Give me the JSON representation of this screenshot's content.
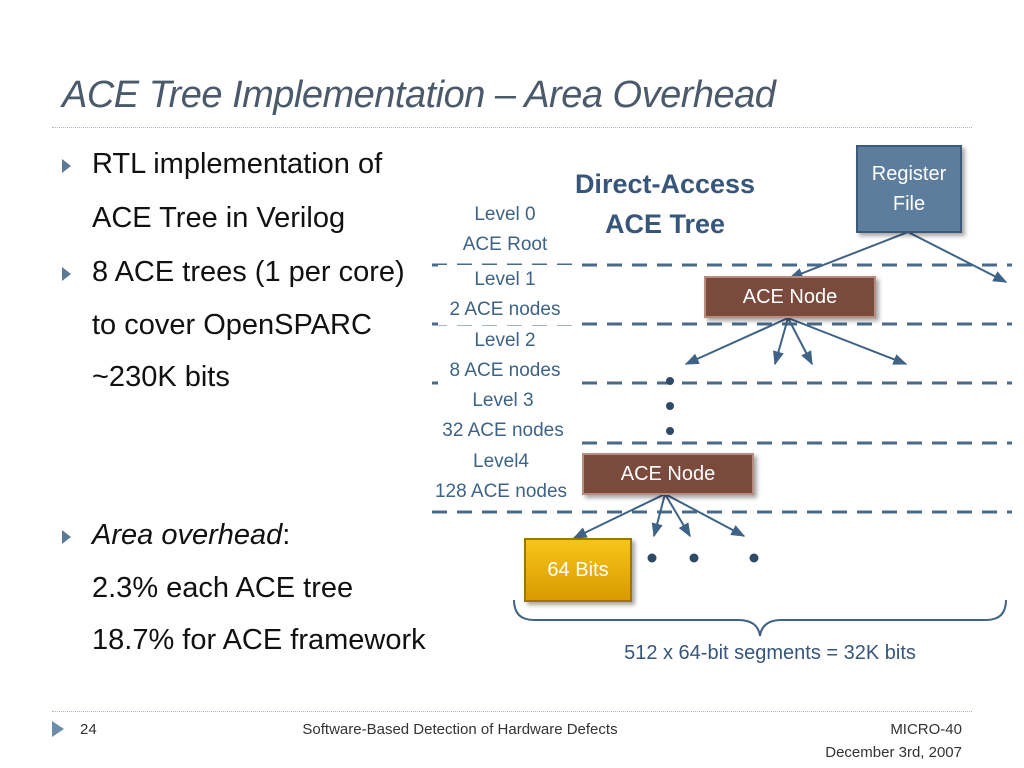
{
  "slide": {
    "title": "ACE Tree Implementation – Area Overhead",
    "bullets": {
      "b1_line1": "RTL implementation of",
      "b1_line2": "ACE Tree in Verilog",
      "b2_line1": "8 ACE trees (1 per core)",
      "b2_line2": "to cover OpenSPARC",
      "b2_line3": "~230K bits",
      "b3_emph": "Area overhead",
      "b3_colon": ":",
      "b3_line2": "2.3% each ACE tree",
      "b3_line3": "18.7% for ACE framework"
    },
    "diagram": {
      "heading_line1": "Direct-Access",
      "heading_line2": "ACE Tree",
      "register_file_line1": "Register",
      "register_file_line2": "File",
      "ace_node_top": "ACE Node",
      "ace_node_bottom": "ACE Node",
      "bits_box": "64 Bits",
      "caption": "512 x 64-bit segments = 32K bits",
      "levels": [
        {
          "name": "Level 0",
          "desc": "ACE Root"
        },
        {
          "name": "Level 1",
          "desc": "2 ACE nodes"
        },
        {
          "name": "Level 2",
          "desc": "8 ACE nodes"
        },
        {
          "name": "Level 3",
          "desc": "32 ACE nodes"
        },
        {
          "name": "Level4",
          "desc": "128 ACE nodes"
        }
      ]
    }
  },
  "footer": {
    "page_number": "24",
    "center_text": "Software-Based Detection of Hardware Defects",
    "conference": "MICRO-40",
    "date": "December 3rd, 2007"
  }
}
